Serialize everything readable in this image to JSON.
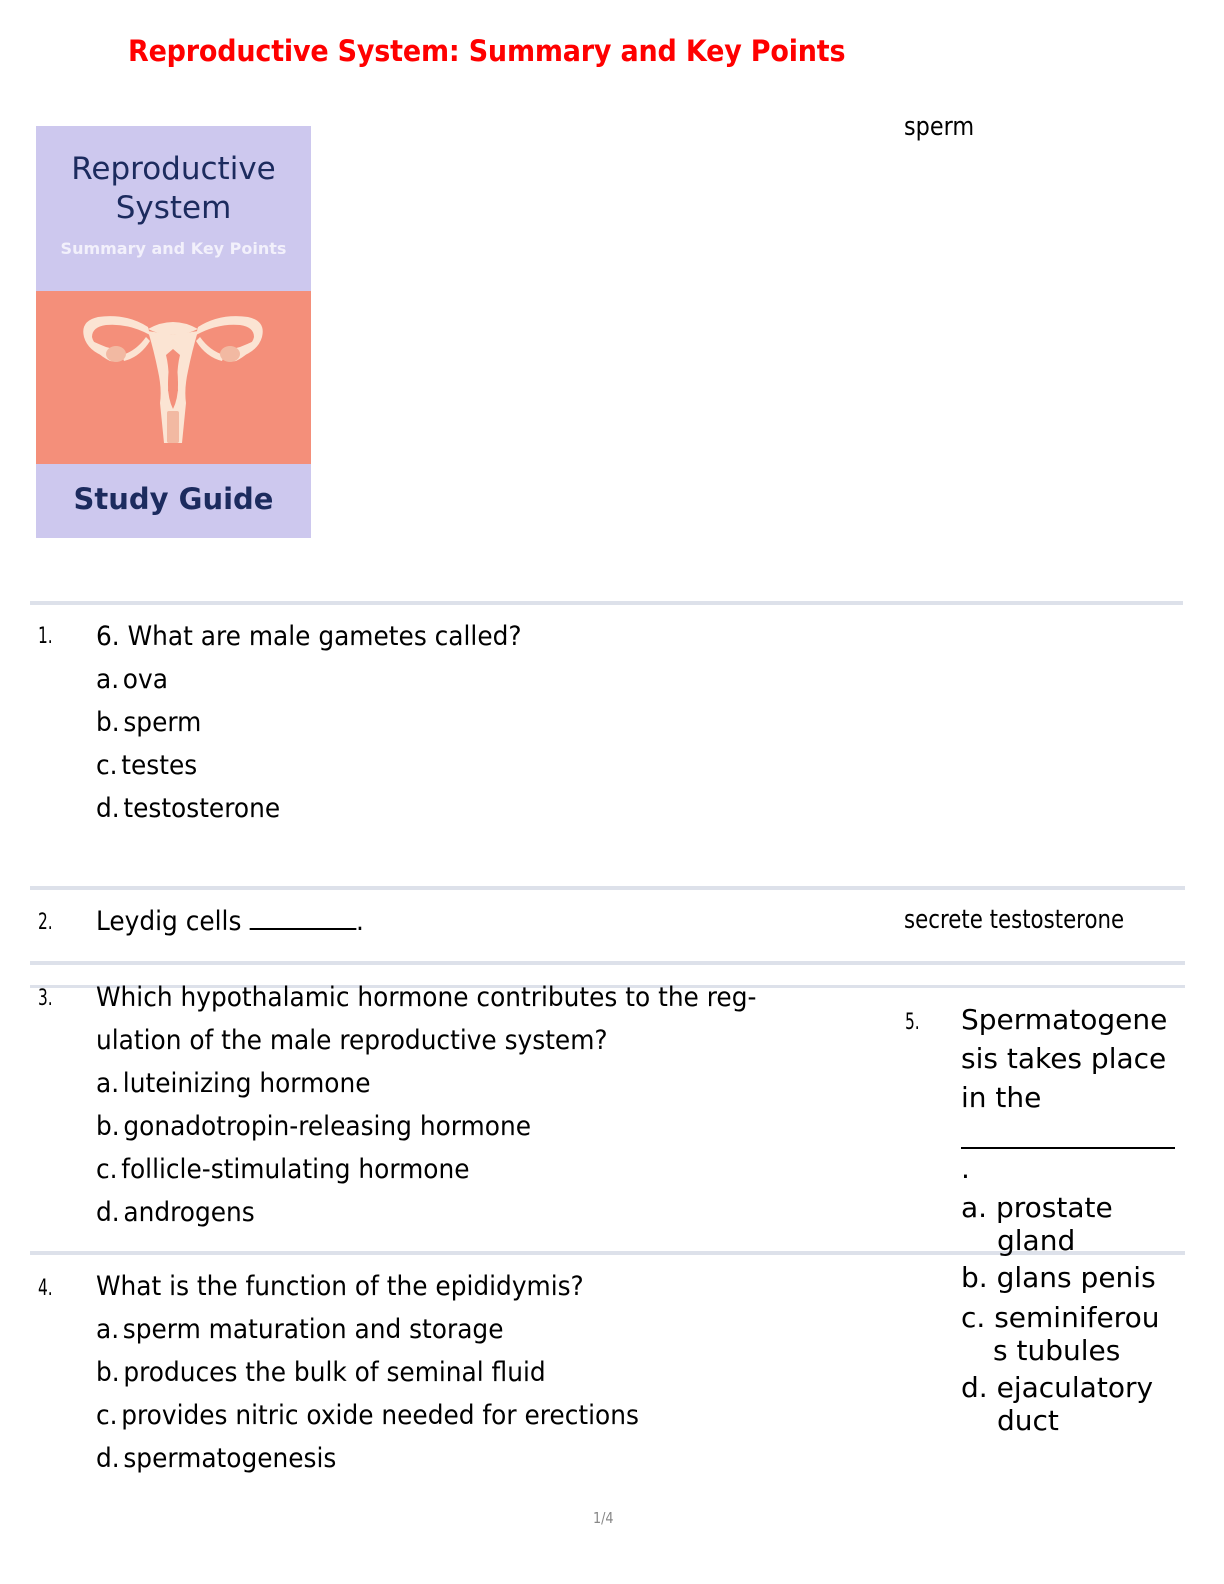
{
  "document": {
    "title": "Reproductive System: Summary and Key Points",
    "page_indicator": "1/4"
  },
  "cover": {
    "heading_line1": "Reproductive",
    "heading_line2": "System",
    "subtitle": "Summary and Key Points",
    "footer": "Study Guide",
    "illustration": "uterus-illustration",
    "colors": {
      "panel": "#cdc8ee",
      "band": "#f48f7a",
      "heading": "#1c2b5e",
      "illustration": "#fbe4d3"
    }
  },
  "top_answer": "sperm",
  "questions": [
    {
      "number": "1.",
      "text": "6. What are male gametes called?",
      "options": [
        {
          "letter": "a.",
          "text": "ova"
        },
        {
          "letter": "b.",
          "text": "sperm"
        },
        {
          "letter": "c.",
          "text": "testes"
        },
        {
          "letter": "d.",
          "text": "testosterone"
        }
      ]
    },
    {
      "number": "2.",
      "text_before": "Leydig cells",
      "text_after": ".",
      "answer": "secrete testosterone"
    },
    {
      "number": "3.",
      "text_line1": "Which hypothalamic hormone contributes to the reg-",
      "text_line2": "ulation of the male reproductive system?",
      "options": [
        {
          "letter": "a.",
          "text": "luteinizing  hormone"
        },
        {
          "letter": "b.",
          "text": "gonadotropin-releasing  hormone"
        },
        {
          "letter": "c.",
          "text": "follicle-stimulating  hormone"
        },
        {
          "letter": "d.",
          "text": "androgens"
        }
      ]
    },
    {
      "number": "4.",
      "text": "What is the function of the epididymis?",
      "options": [
        {
          "letter": "a.",
          "text": "sperm  maturation  and  storage"
        },
        {
          "letter": "b.",
          "text": "produces  the  bulk  of  seminal  fluid"
        },
        {
          "letter": "c.",
          "text": "provides  nitric  oxide  needed  for  erections"
        },
        {
          "letter": "d.",
          "text": "spermatogenesis"
        }
      ]
    },
    {
      "number": "5.",
      "text_line1": "Spermatogene",
      "text_line2": "sis takes place",
      "text_line3": "in the",
      "text_after": ".",
      "options": [
        {
          "letter": "a.",
          "text": "prostate",
          "cont": "gland"
        },
        {
          "letter": "b.",
          "text": "glans penis"
        },
        {
          "letter": "c.",
          "text": "seminiferou",
          "cont": "s  tubules"
        },
        {
          "letter": "d.",
          "text": "ejaculatory",
          "cont": "duct"
        }
      ]
    }
  ],
  "colors": {
    "title": "#ff0000",
    "rule": "#dde1ea",
    "page_indicator": "#888888"
  }
}
